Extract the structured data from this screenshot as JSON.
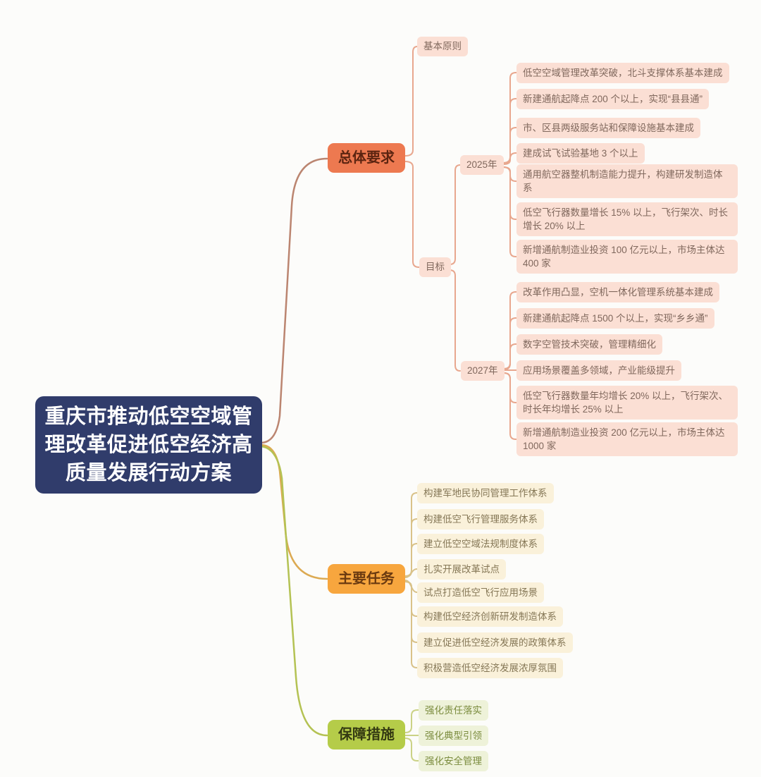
{
  "root": {
    "title": "重庆市推动低空空域管理改革促进低空经济高质量发展行动方案"
  },
  "branches": {
    "overall": {
      "label": "总体要求",
      "basic_principles": "基本原则",
      "goals": {
        "label": "目标",
        "y2025": {
          "label": "2025年",
          "items": [
            "低空空域管理改革突破，北斗支撑体系基本建成",
            "新建通航起降点 200 个以上，实现“县县通”",
            "市、区县两级服务站和保障设施基本建成",
            "建成试飞试验基地 3 个以上",
            "通用航空器整机制造能力提升，构建研发制造体系",
            "低空飞行器数量增长 15% 以上，飞行架次、时长增长 20% 以上",
            "新增通航制造业投资 100 亿元以上，市场主体达 400 家"
          ]
        },
        "y2027": {
          "label": "2027年",
          "items": [
            "改革作用凸显，空机一体化管理系统基本建成",
            "新建通航起降点 1500 个以上，实现“乡乡通”",
            "数字空管技术突破，管理精细化",
            "应用场景覆盖多领域，产业能级提升",
            "低空飞行器数量年均增长 20% 以上，飞行架次、时长年均增长 25% 以上",
            "新增通航制造业投资 200 亿元以上，市场主体达 1000 家"
          ]
        }
      }
    },
    "tasks": {
      "label": "主要任务",
      "items": [
        "构建军地民协同管理工作体系",
        "构建低空飞行管理服务体系",
        "建立低空空域法规制度体系",
        "扎实开展改革试点",
        "试点打造低空飞行应用场景",
        "构建低空经济创新研发制造体系",
        "建立促进低空经济发展的政策体系",
        "积极营造低空经济发展浓厚氛围"
      ]
    },
    "safeguards": {
      "label": "保障措施",
      "items": [
        "强化责任落实",
        "强化典型引领",
        "强化安全管理"
      ]
    }
  },
  "colors": {
    "root_bg": "#303c6b",
    "root_fg": "#ffffff",
    "overall_bg": "#ed7950",
    "overall_fg": "#5c2410",
    "tasks_bg": "#f7a63e",
    "tasks_fg": "#6b3a10",
    "safeguards_bg": "#b5cc49",
    "safeguards_fg": "#343a12",
    "pink_leaf_bg": "#fbdfd4",
    "pink_leaf_fg": "#80685d",
    "cream_leaf_bg": "#faf1da",
    "cream_leaf_fg": "#857756",
    "green_leaf_bg": "#eef2d9",
    "green_leaf_fg": "#7b8c3e",
    "line_coral": "#bb8570",
    "line_salmon": "#e8a78e",
    "line_amber": "#dcaa52",
    "line_khaki": "#d9c289",
    "line_green": "#b4c253",
    "line_lightgreen": "#cbd286",
    "page_bg": "#fcfcfa"
  }
}
